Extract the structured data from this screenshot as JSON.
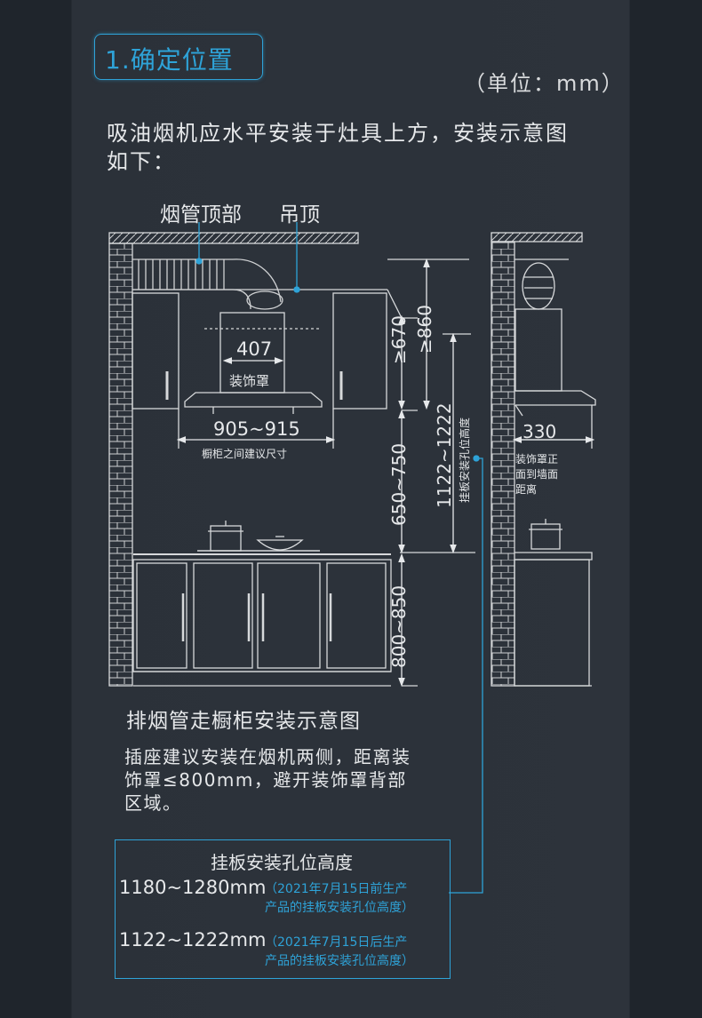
{
  "header": {
    "step_title": "1.确定位置",
    "unit": "（单位：mm）"
  },
  "intro": {
    "line1": "吸油烟机应水平安装于灶具上方，安装示意图",
    "line2": "如下："
  },
  "callouts": {
    "duct_top": "烟管顶部",
    "ceiling": "吊顶"
  },
  "dimensions": {
    "hood_width": "407",
    "hood_cover": "装饰罩",
    "cabinet_gap": "905~915",
    "cabinet_gap_note": "橱柜之间建议尺寸",
    "ge_670": "≥670",
    "ge_860": "≥860",
    "hood_height": "650~750",
    "counter_height": "800~850",
    "plate_hole_height": "1122~1222",
    "plate_hole_label": "挂板安装孔位高度",
    "wall_distance": "330",
    "wall_distance_note": [
      "装饰罩正",
      "面到墙面",
      "距离"
    ]
  },
  "caption": "排烟管走橱柜安装示意图",
  "socket_note": {
    "line1": "插座建议安装在烟机两侧，距离装",
    "line2": "饰罩≤800mm，避开装饰罩背部",
    "line3": "区域。"
  },
  "plate_info": {
    "title": "挂板安装孔位高度",
    "rows": [
      {
        "range": "1180~1280mm",
        "note1": "（2021年7月15日前生产",
        "note2": "产品的挂板安装孔位高度）"
      },
      {
        "range": "1122~1222mm",
        "note1": "（2021年7月15日后生产",
        "note2": "产品的挂板安装孔位高度）"
      }
    ]
  },
  "colors": {
    "background": "#2d333b",
    "accent": "#2ea3d8",
    "line": "#d7d9db",
    "text": "#e6e8ea"
  }
}
